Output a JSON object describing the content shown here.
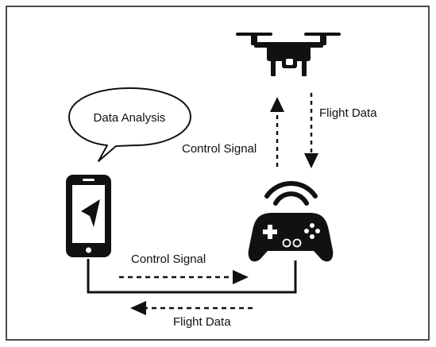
{
  "diagram": {
    "bubble_label": "Data Analysis",
    "drone_flight_data_label": "Flight Data",
    "drone_control_signal_label": "Control Signal",
    "phone_control_signal_label": "Control Signal",
    "phone_flight_data_label": "Flight Data",
    "nodes": {
      "drone": "drone-icon",
      "phone": "smartphone-icon",
      "controller": "gamepad-icon",
      "wireless": "wifi-icon",
      "navigation": "navigation-arrow-icon"
    },
    "colors": {
      "stroke": "#111111",
      "background": "#ffffff"
    }
  }
}
